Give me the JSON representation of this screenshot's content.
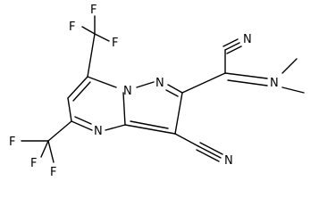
{
  "colors": {
    "bonds": "#000000",
    "labels": "#000000",
    "background": "#ffffff"
  },
  "labels": {
    "f_upper_left": "F",
    "f_upper_top": "F",
    "f_upper_right": "F",
    "f_lower_left": "F",
    "f_lower_mid": "F",
    "f_lower_bottom": "F",
    "n_bridge": "N",
    "n_pyrazole": "N",
    "n_pyrimidine": "N",
    "n_nitrile_upper": "N",
    "n_nitrile_lower": "N",
    "n_amine": "N"
  }
}
